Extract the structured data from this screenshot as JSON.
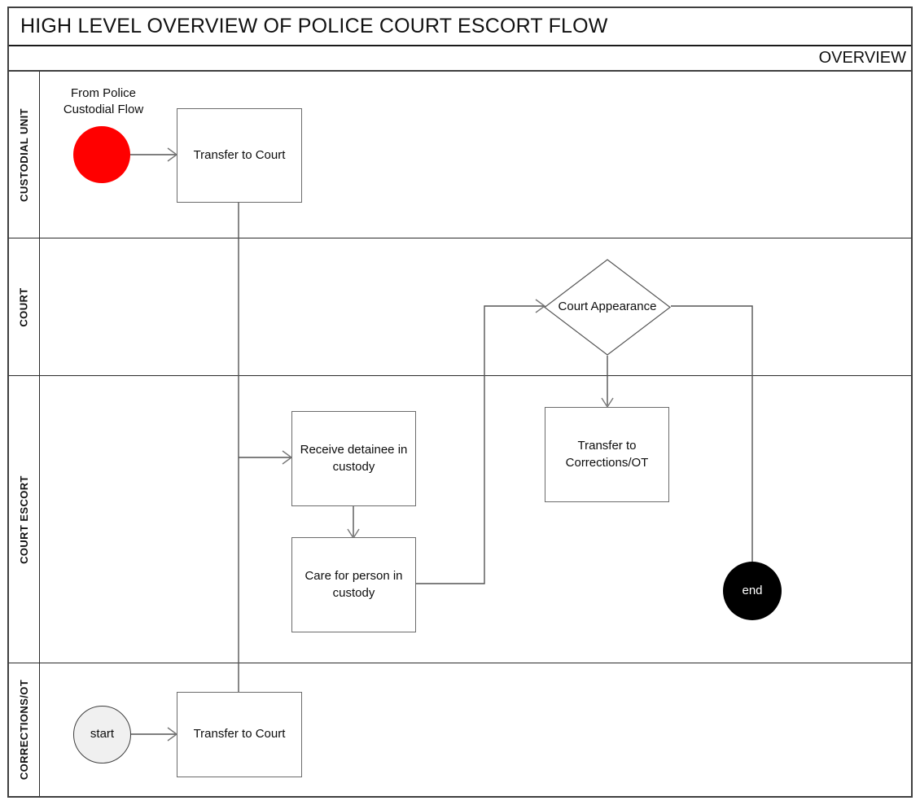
{
  "header": {
    "title": "HIGH LEVEL OVERVIEW OF POLICE COURT ESCORT FLOW",
    "subtitle": "OVERVIEW"
  },
  "colors": {
    "start_red": "#ff0000",
    "end_black": "#000000",
    "start_grey": "#f0f0f0",
    "shape_border": "#6b6b6b",
    "connector": "#555555",
    "lane_border": "#2b2b2b"
  },
  "lanes": [
    {
      "id": "custodial-unit",
      "label": "CUSTODIAL UNIT"
    },
    {
      "id": "court",
      "label": "COURT"
    },
    {
      "id": "court-escort",
      "label": "COURT ESCORT"
    },
    {
      "id": "corrections-ot",
      "label": "CORRECTIONS/OT"
    }
  ],
  "nodes": {
    "from_police_label": "From Police\nCustodial Flow",
    "red_start": "",
    "transfer_to_court_top": "Transfer to Court",
    "court_appearance": "Court Appearance",
    "receive_detainee": "Receive detainee in custody",
    "care_for_person": "Care for person in custody",
    "transfer_to_corrections": "Transfer to Corrections/OT",
    "end_terminator": "end",
    "start_terminator": "start",
    "transfer_to_court_bottom": "Transfer to Court"
  },
  "flow": {
    "type": "swimlane-flowchart",
    "edges": [
      {
        "from": "red_start",
        "to": "transfer_to_court_top",
        "arrow": true
      },
      {
        "from": "transfer_to_court_top",
        "to": "receive_detainee",
        "arrow": true
      },
      {
        "from": "transfer_to_court_bottom",
        "to": "receive_detainee",
        "arrow": true
      },
      {
        "from": "receive_detainee",
        "to": "care_for_person",
        "arrow": true
      },
      {
        "from": "care_for_person",
        "to": "court_appearance",
        "arrow": true
      },
      {
        "from": "court_appearance",
        "to": "transfer_to_corrections",
        "arrow": true
      },
      {
        "from": "court_appearance",
        "to": "end_terminator",
        "arrow": false
      },
      {
        "from": "start_terminator",
        "to": "transfer_to_court_bottom",
        "arrow": true
      }
    ]
  }
}
